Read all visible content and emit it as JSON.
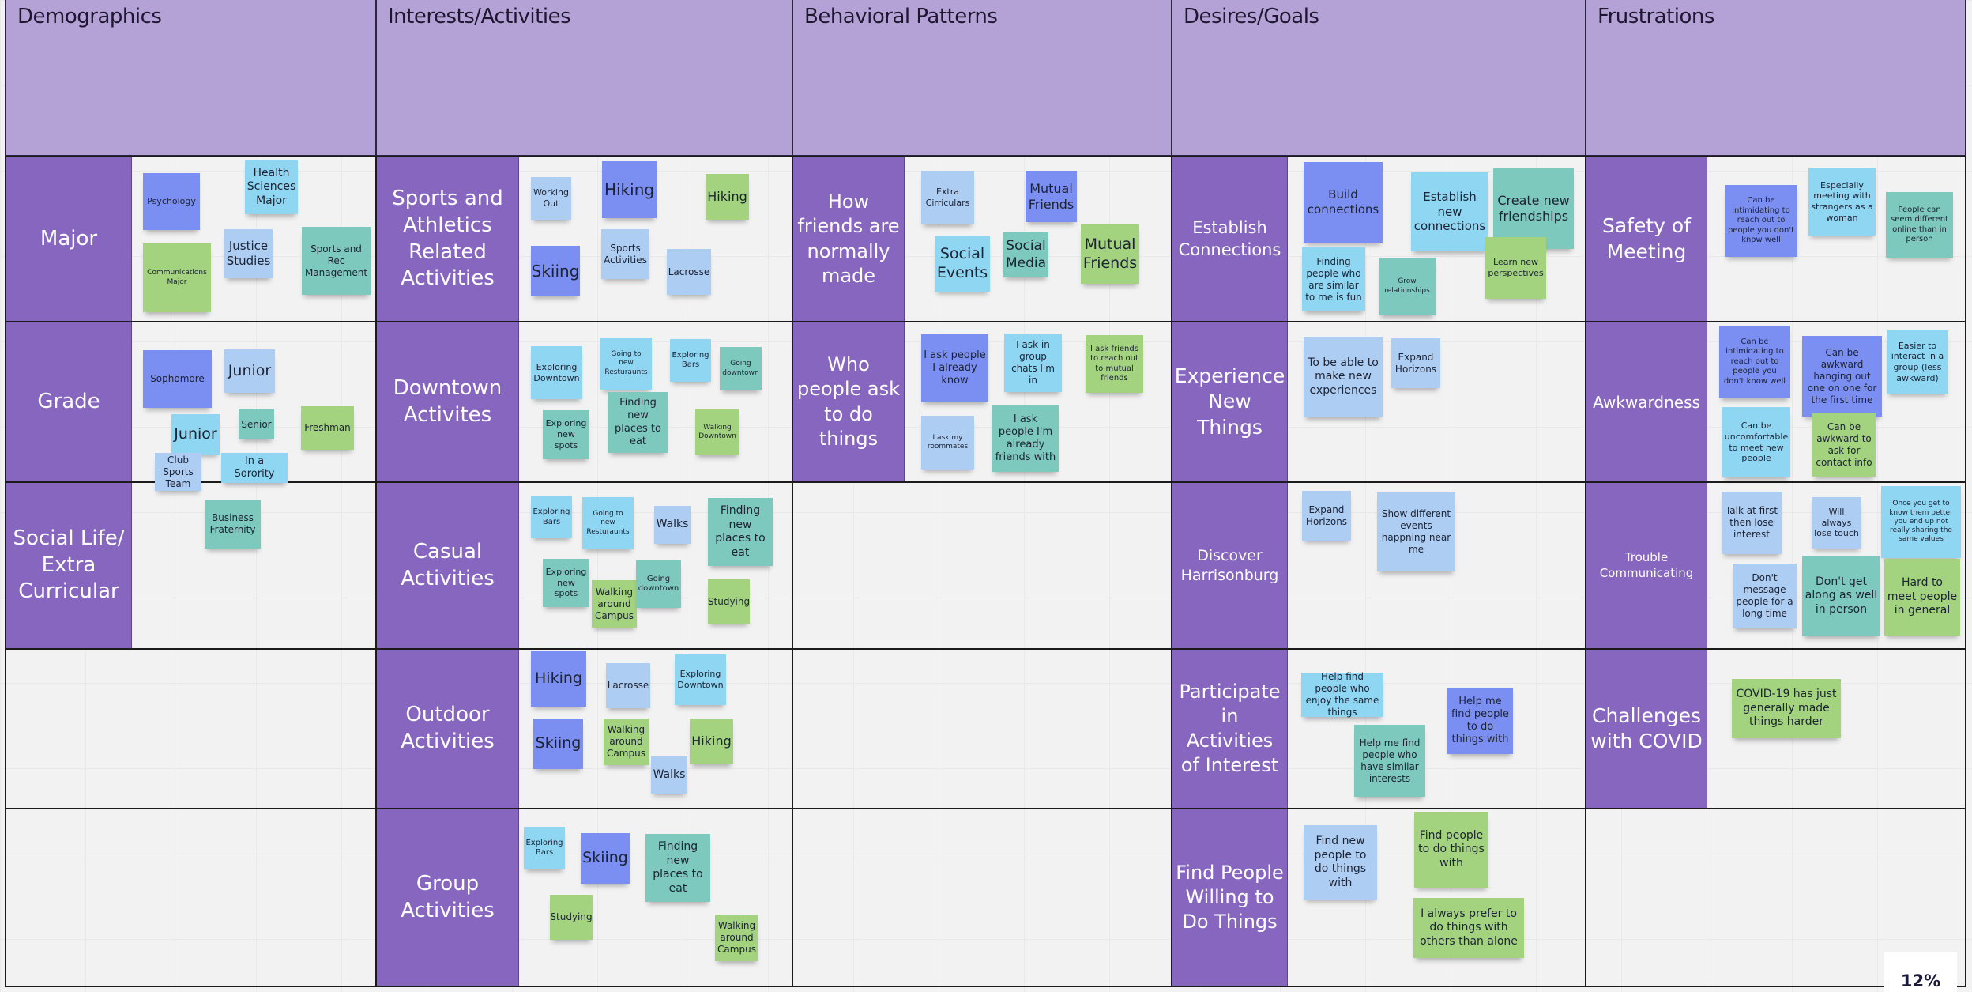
{
  "board": {
    "columns": [
      {
        "title": "Demographics"
      },
      {
        "title": "Interests/Activities"
      },
      {
        "title": "Behavioral Patterns"
      },
      {
        "title": "Desires/Goals"
      },
      {
        "title": "Frustrations"
      }
    ],
    "row_labels": {
      "demographics": [
        "Major",
        "Grade",
        "Social Life/ Extra Curricular"
      ],
      "interests": [
        "Sports and Athletics Related Activities",
        "Downtown Activites",
        "Casual Activities",
        "Outdoor Activities",
        "Group Activities"
      ],
      "behavioral": [
        "How friends are normally made",
        "Who people ask to do things"
      ],
      "desires": [
        "Establish Connections",
        "Experience New Things",
        "Discover Harrisonburg",
        "Participate in Activities of Interest",
        "Find People Willing to Do Things"
      ],
      "frustrations": [
        "Safety of Meeting",
        "Awkwardness",
        "Trouble Communicating",
        "Challenges with COVID"
      ]
    },
    "sticky_colors": {
      "violet": "#7b8ff2",
      "sky": "#8fd6f3",
      "light": "#aecdf2",
      "teal": "#7dc9bd",
      "green": "#a3d37f"
    },
    "label_color": "#8766c0",
    "header_color": "#b4a2d6",
    "stickies": {
      "major": [
        "Psychology",
        "Health Sciences Major",
        "Justice Studies",
        "Sports and Rec Management",
        "Communications Major"
      ],
      "grade": [
        "Sophomore",
        "Junior",
        "Senior",
        "Freshman",
        "Junior"
      ],
      "social": [
        "Club Sports Team",
        "In a Sorority",
        "Business Fraternity"
      ],
      "sports": [
        "Working Out",
        "Hiking",
        "Hiking",
        "Skiing",
        "Sports Activities",
        "Lacrosse"
      ],
      "downtown": [
        "Exploring Downtown",
        "Going to new Resturaunts",
        "Exploring Bars",
        "Going downtown",
        "Exploring new spots",
        "Finding new places to eat",
        "Walking Downtown"
      ],
      "casual": [
        "Exploring Bars",
        "Going to new Resturaunts",
        "Walks",
        "Finding new places to eat",
        "Exploring new spots",
        "Walking around Campus",
        "Going downtown",
        "Studying"
      ],
      "outdoor": [
        "Hiking",
        "Lacrosse",
        "Exploring Downtown",
        "Skiing",
        "Walking around Campus",
        "Hiking",
        "Walks"
      ],
      "group": [
        "Exploring Bars",
        "Skiing",
        "Finding new places to eat",
        "Studying",
        "Walking around Campus"
      ],
      "friends_made": [
        "Extra Cirriculars",
        "Mutual Friends",
        "Social Events",
        "Social Media",
        "Mutual Friends"
      ],
      "who_ask": [
        "I ask people I already know",
        "I ask in group chats I'm in",
        "I ask friends to reach out to mutual friends",
        "I ask my roommates",
        "I ask people I'm already friends with"
      ],
      "establish": [
        "Build connections",
        "Establish new connections",
        "Create new friendships",
        "Finding people who are similar to me is fun",
        "Grow relationships",
        "Learn new perspectives"
      ],
      "experience": [
        "To be able to make new experiences",
        "Expand Horizons"
      ],
      "discover": [
        "Expand Horizons",
        "Show different events happning near me"
      ],
      "participate": [
        "Help find people who enjoy the same things",
        "Help me find people to do things with",
        "Help me find people who have similar interests"
      ],
      "find_people": [
        "Find new people to do things with",
        "Find people to do things with",
        "I always prefer to do things with others than alone"
      ],
      "safety": [
        "Can be intimidating to reach out to people you don't know well",
        "Especially meeting with strangers as a woman",
        "People can seem different online than in person"
      ],
      "awkward": [
        "Can be intimidating to reach out to people you don't know well",
        "Can be awkward hanging out one on one for the first time",
        "Easier to interact in a group (less awkward)",
        "Can be uncomfortable to meet new people",
        "Can be awkward to ask for contact info"
      ],
      "trouble": [
        "Talk at first then lose interest",
        "Will always lose touch",
        "Once you get to know them better you end up not really sharing the same values",
        "Don't message people for a long time",
        "Don't get along as well in person",
        "Hard to meet people in general"
      ],
      "covid": [
        "COVID-19 has just generally made things harder"
      ]
    }
  },
  "zoom_indicator": {
    "value": "12%"
  }
}
